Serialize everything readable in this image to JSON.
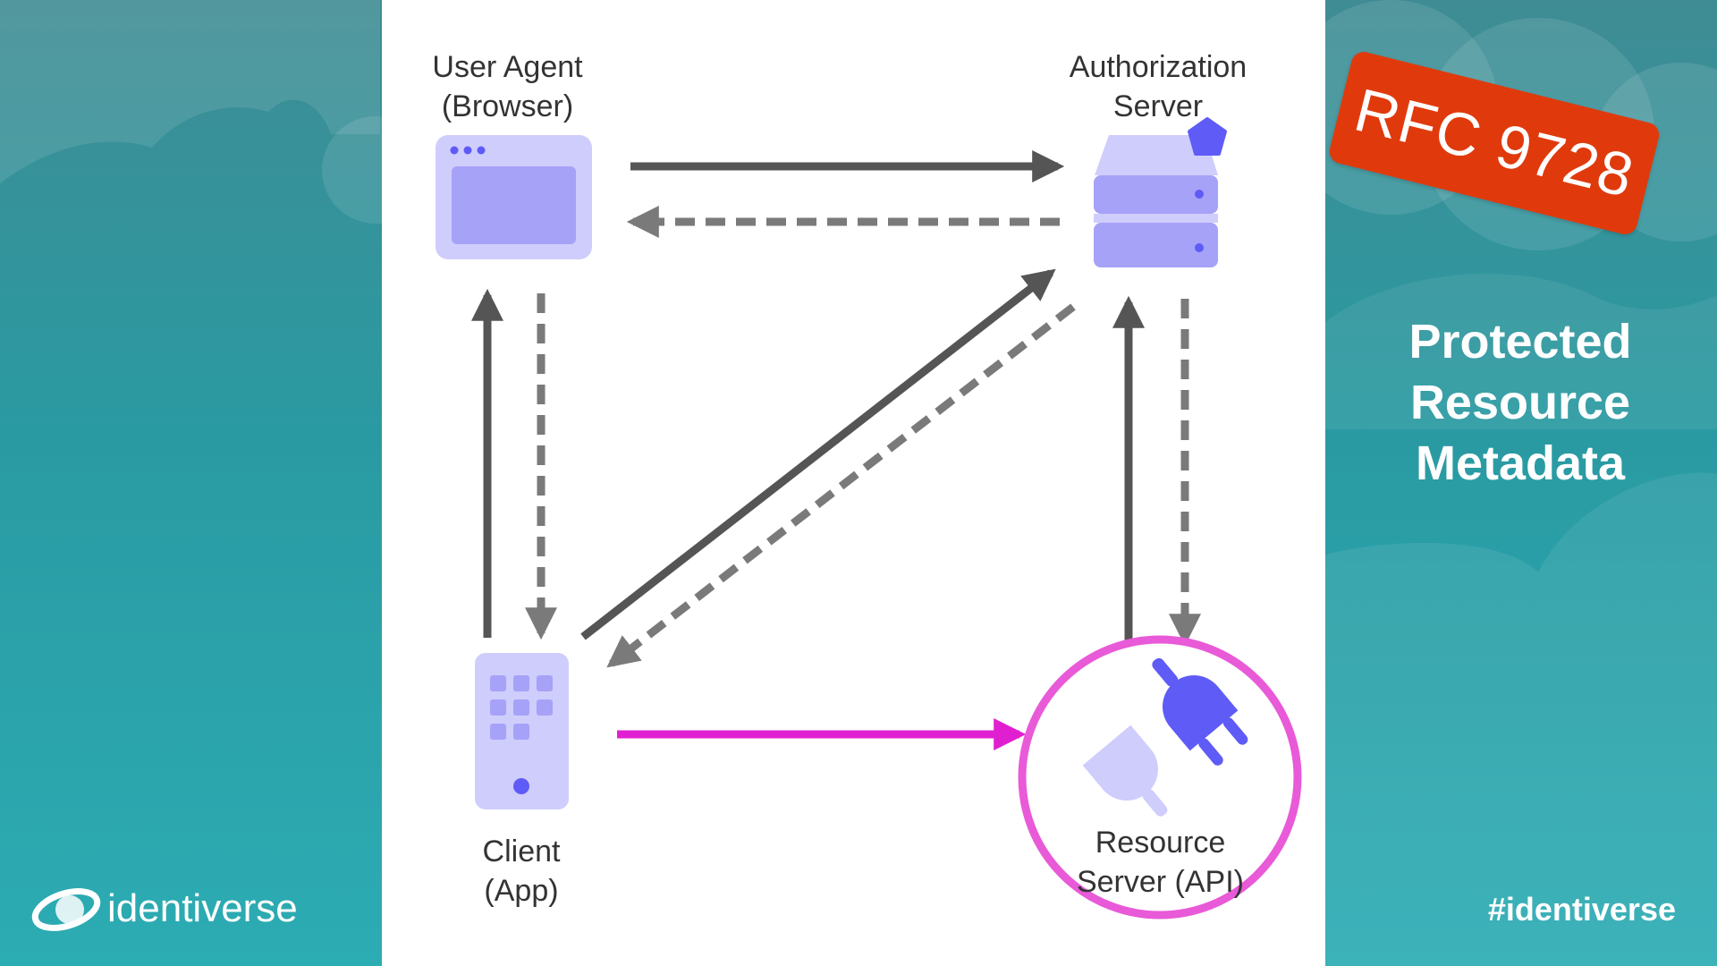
{
  "slide": {
    "nodes": {
      "user_agent": {
        "line1": "User Agent",
        "line2": "(Browser)",
        "icon": "browser-window-icon"
      },
      "auth_server": {
        "line1": "Authorization",
        "line2": "Server",
        "icon": "server-stack-icon"
      },
      "client": {
        "line1": "Client",
        "line2": "(App)",
        "icon": "mobile-app-icon"
      },
      "resource_server": {
        "line1": "Resource",
        "line2": "Server (API)",
        "icon": "plug-icon"
      }
    },
    "badge": "RFC 9728",
    "side_title": [
      "Protected",
      "Resource",
      "Metadata"
    ],
    "logo_text": "identiverse",
    "hashtag": "#identiverse"
  },
  "colors": {
    "background_teal": "#2a9aa4",
    "panel": "#ffffff",
    "solid_arrow": "#555555",
    "dashed_arrow": "#7a7a7a",
    "highlight_magenta": "#e020d0",
    "icon_light": "#cfcdfc",
    "icon_mid": "#a6a2f8",
    "icon_accent": "#5f5bf6",
    "badge_red": "#e03a0c"
  }
}
